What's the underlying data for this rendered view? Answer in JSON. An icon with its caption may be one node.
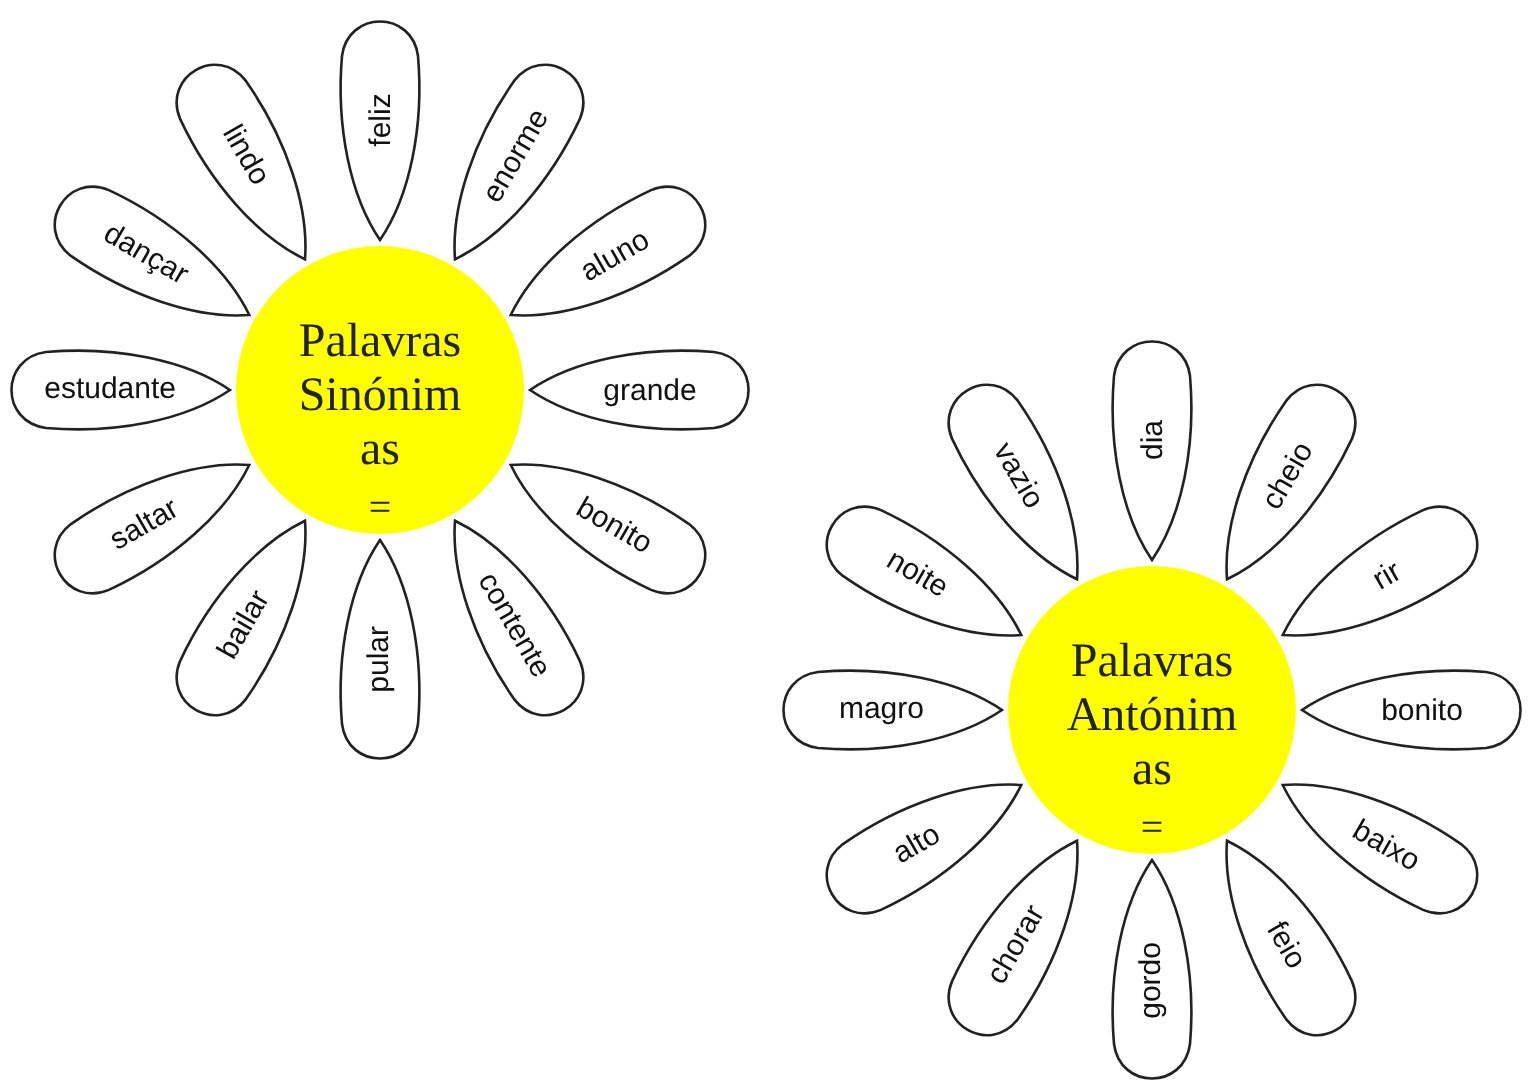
{
  "diagram": {
    "nodes": [
      {
        "text": [
          "Palavras Sinónim as",
          "="
        ]
      },
      {
        "text": [
          "feliz"
        ]
      },
      {
        "text": [
          "enorme"
        ]
      },
      {
        "text": [
          "aluno"
        ]
      },
      {
        "text": [
          "grande"
        ]
      },
      {
        "text": [
          "bonito"
        ]
      },
      {
        "text": [
          "contente"
        ]
      },
      {
        "text": [
          "pular"
        ]
      },
      {
        "text": [
          "bailar"
        ]
      },
      {
        "text": [
          "saltar"
        ]
      },
      {
        "text": [
          "estudante"
        ]
      },
      {
        "text": [
          "dançar"
        ]
      },
      {
        "text": [
          "lindo"
        ]
      },
      {
        "text": [
          "Palavras Antónim as",
          "="
        ]
      },
      {
        "text": [
          "dia"
        ]
      },
      {
        "text": [
          "cheio"
        ]
      },
      {
        "text": [
          "rir"
        ]
      },
      {
        "text": [
          "bonito"
        ]
      },
      {
        "text": [
          "baixo"
        ]
      },
      {
        "text": [
          "feio"
        ]
      },
      {
        "text": [
          "gordo"
        ]
      },
      {
        "text": [
          "chorar"
        ]
      },
      {
        "text": [
          "alto"
        ]
      },
      {
        "text": [
          "magro"
        ]
      },
      {
        "text": [
          "noite"
        ]
      },
      {
        "text": [
          "vazio"
        ]
      }
    ]
  }
}
